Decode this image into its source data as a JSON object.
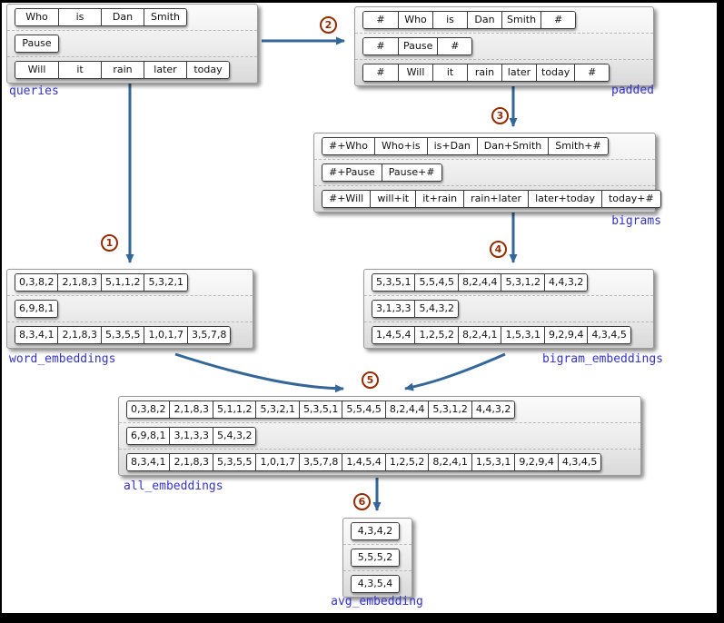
{
  "panels": {
    "queries": {
      "label": "queries",
      "rows": [
        [
          "Who",
          "is",
          "Dan",
          "Smith"
        ],
        [
          "Pause"
        ],
        [
          "Will",
          "it",
          "rain",
          "later",
          "today"
        ]
      ]
    },
    "padded": {
      "label": "padded",
      "rows": [
        [
          "#",
          "Who",
          "is",
          "Dan",
          "Smith",
          "#"
        ],
        [
          "#",
          "Pause",
          "#"
        ],
        [
          "#",
          "Will",
          "it",
          "rain",
          "later",
          "today",
          "#"
        ]
      ]
    },
    "bigrams": {
      "label": "bigrams",
      "rows": [
        [
          "#+Who",
          "Who+is",
          "is+Dan",
          "Dan+Smith",
          "Smith+#"
        ],
        [
          "#+Pause",
          "Pause+#"
        ],
        [
          "#+Will",
          "will+it",
          "it+rain",
          "rain+later",
          "later+today",
          "today+#"
        ]
      ]
    },
    "word_embeddings": {
      "label": "word_embeddings",
      "rows": [
        [
          "0,3,8,2",
          "2,1,8,3",
          "5,1,1,2",
          "5,3,2,1"
        ],
        [
          "6,9,8,1"
        ],
        [
          "8,3,4,1",
          "2,1,8,3",
          "5,3,5,5",
          "1,0,1,7",
          "3,5,7,8"
        ]
      ]
    },
    "bigram_embeddings": {
      "label": "bigram_embeddings",
      "rows": [
        [
          "5,3,5,1",
          "5,5,4,5",
          "8,2,4,4",
          "5,3,1,2",
          "4,4,3,2"
        ],
        [
          "3,1,3,3",
          "5,4,3,2"
        ],
        [
          "1,4,5,4",
          "1,2,5,2",
          "8,2,4,1",
          "1,5,3,1",
          "9,2,9,4",
          "4,3,4,5"
        ]
      ]
    },
    "all_embeddings": {
      "label": "all_embeddings",
      "rows": [
        [
          "0,3,8,2",
          "2,1,8,3",
          "5,1,1,2",
          "5,3,2,1",
          "5,3,5,1",
          "5,5,4,5",
          "8,2,4,4",
          "5,3,1,2",
          "4,4,3,2"
        ],
        [
          "6,9,8,1",
          "3,1,3,3",
          "5,4,3,2"
        ],
        [
          "8,3,4,1",
          "2,1,8,3",
          "5,3,5,5",
          "1,0,1,7",
          "3,5,7,8",
          "1,4,5,4",
          "1,2,5,2",
          "8,2,4,1",
          "1,5,3,1",
          "9,2,9,4",
          "4,3,4,5"
        ]
      ]
    },
    "avg_embedding": {
      "label": "avg_embedding",
      "rows": [
        [
          "4,3,4,2"
        ],
        [
          "5,5,5,2"
        ],
        [
          "4,3,5,4"
        ]
      ]
    }
  },
  "steps": {
    "s1": "1",
    "s2": "2",
    "s3": "3",
    "s4": "4",
    "s5": "5",
    "s6": "6"
  },
  "arrows": [
    {
      "from": "queries",
      "to": "padded",
      "step": "2"
    },
    {
      "from": "padded",
      "to": "bigrams",
      "step": "3"
    },
    {
      "from": "queries",
      "to": "word_embeddings",
      "step": "1"
    },
    {
      "from": "bigrams",
      "to": "bigram_embeddings",
      "step": "4"
    },
    {
      "from": "word_embeddings",
      "to": "all_embeddings",
      "step": "5"
    },
    {
      "from": "bigram_embeddings",
      "to": "all_embeddings",
      "step": "5"
    },
    {
      "from": "all_embeddings",
      "to": "avg_embedding",
      "step": "6"
    }
  ],
  "colors": {
    "label_blue": "#3333cc",
    "step_red": "#962b00",
    "arrow_blue": "#336699"
  }
}
